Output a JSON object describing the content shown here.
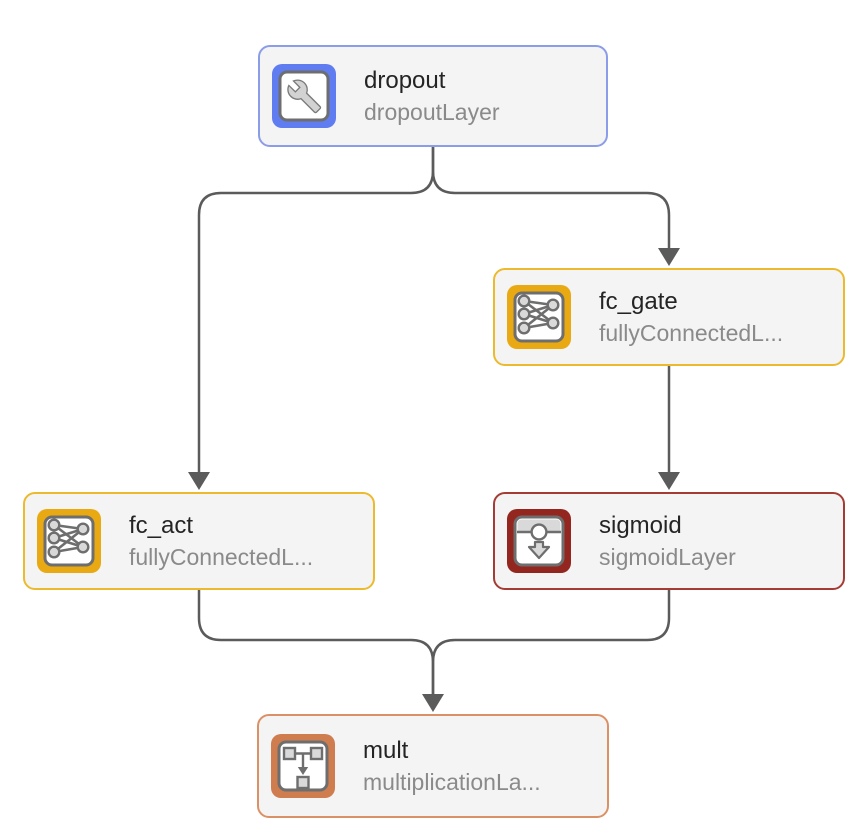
{
  "diagram": {
    "tool": "deep-network-designer-canvas",
    "edge_color": "#5b5b5b",
    "node_background": "#f4f4f5",
    "nodes": [
      {
        "id": "dropout",
        "title": "dropout",
        "subtitle": "dropoutLayer",
        "icon": "wrench-icon",
        "accent_color": "#8b9ce9",
        "icon_color": "#5f7cf0"
      },
      {
        "id": "fc_gate",
        "title": "fc_gate",
        "subtitle": "fullyConnectedL...",
        "icon": "fully-connected-network-icon",
        "accent_color": "#ecba2e",
        "icon_color": "#e9a912"
      },
      {
        "id": "fc_act",
        "title": "fc_act",
        "subtitle": "fullyConnectedL...",
        "icon": "fully-connected-network-icon",
        "accent_color": "#ecba2e",
        "icon_color": "#e9a912"
      },
      {
        "id": "sigmoid",
        "title": "sigmoid",
        "subtitle": "sigmoidLayer",
        "icon": "activation-window-arrow-icon",
        "accent_color": "#a43b35",
        "icon_color": "#93271f"
      },
      {
        "id": "mult",
        "title": "mult",
        "subtitle": "multiplicationLa...",
        "icon": "merge-tree-icon",
        "accent_color": "#db9166",
        "icon_color": "#cf7c4f"
      }
    ],
    "connections": [
      {
        "from": "dropout",
        "to": "fc_act"
      },
      {
        "from": "dropout",
        "to": "fc_gate"
      },
      {
        "from": "fc_gate",
        "to": "sigmoid"
      },
      {
        "from": "fc_act",
        "to": "mult"
      },
      {
        "from": "sigmoid",
        "to": "mult"
      }
    ]
  }
}
